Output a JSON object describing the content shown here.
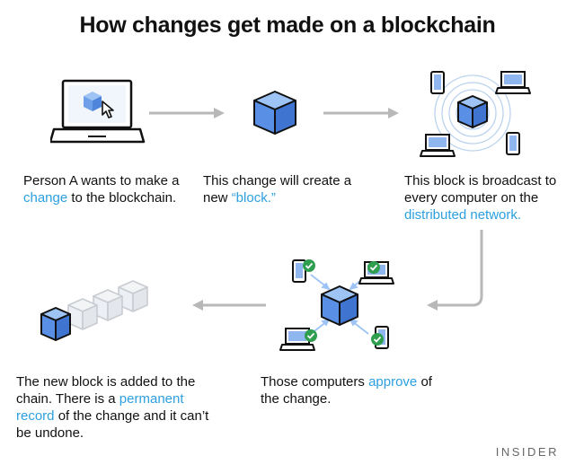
{
  "title": "How changes get made on a blockchain",
  "colors": {
    "accent": "#2c9fe0",
    "cube_front": "#5a8fe6",
    "cube_top": "#9ec3f5",
    "cube_side": "#3f74d1",
    "ghost_cube": "#eceff3",
    "arrow": "#b8b8b8",
    "check": "#2f9e4f",
    "outline": "#111111"
  },
  "steps": [
    {
      "pre": "Person A wants to make a ",
      "highlight": "change",
      "post": " to the blockchain."
    },
    {
      "pre": "This change will create a new ",
      "highlight": "“block.”",
      "post": ""
    },
    {
      "pre": "This block is broadcast to every computer on the ",
      "highlight": "distributed network.",
      "post": ""
    },
    {
      "pre": "Those computers ",
      "highlight": "approve",
      "post": " of the change."
    },
    {
      "pre": "The new block is added to the chain. There is a ",
      "highlight": "permanent record",
      "post": " of the change and it can’t be undone."
    }
  ],
  "brand": "INSIDER",
  "icons": [
    "laptop-icon",
    "cursor-icon",
    "block-cube-icon",
    "phone-icon",
    "checkmark-icon",
    "chain-icon",
    "arrow-icon"
  ]
}
